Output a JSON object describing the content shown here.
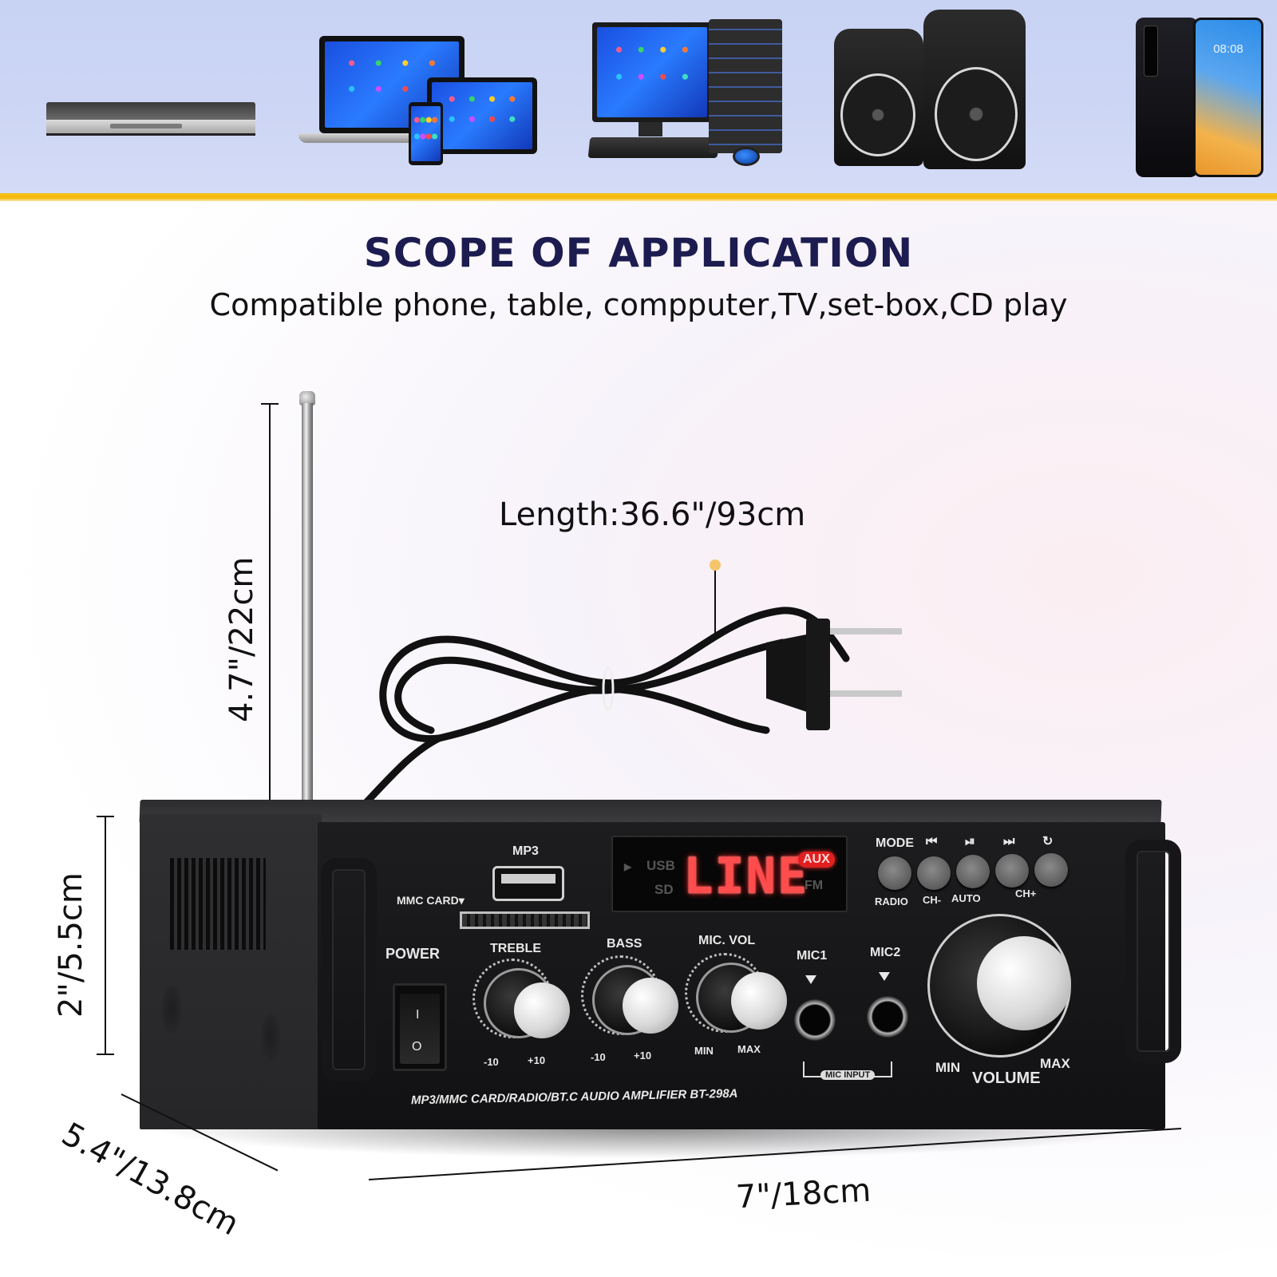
{
  "banner": {
    "devices": [
      {
        "name": "DVD / set-top box",
        "icon": "set-top-box"
      },
      {
        "name": "Laptop, tablet and smartphone",
        "icon": "laptop-tablet-phone"
      },
      {
        "name": "Desktop computer",
        "icon": "desktop-pc"
      },
      {
        "name": "Speakers",
        "icon": "speakers"
      },
      {
        "name": "Smartphone",
        "icon": "smartphone",
        "screen_time": "08:08"
      }
    ],
    "stripe_color": "#f6b80c",
    "background_color": "#cdd6f4"
  },
  "heading": {
    "title": "SCOPE OF APPLICATION",
    "subtitle": "Compatible phone, table, compputer,TV,set-box,CD play",
    "title_color": "#1d1c50"
  },
  "cord": {
    "length_label": "Length:36.6\"/93cm",
    "dot_color": "#f6c46a"
  },
  "dimensions": {
    "antenna_height": "4.7\"/22cm",
    "amp_height": "2\"/5.5cm",
    "amp_depth": "5.4\"/13.8cm",
    "amp_width": "7\"/18cm"
  },
  "amplifier": {
    "model_text": "MP3/MMC CARD/RADIO/BT.C AUDIO AMPLIFIER BT-298A",
    "labels": {
      "mp3": "MP3",
      "mmc_card": "MMC CARD▾",
      "power": "POWER",
      "power_on": "I",
      "power_off": "O",
      "treble": "TREBLE",
      "bass": "BASS",
      "mic_vol": "MIC. VOL",
      "mic1": "MIC1",
      "mic2": "MIC2",
      "mic_input": "MIC INPUT",
      "volume": "VOLUME",
      "min": "MIN",
      "max": "MAX",
      "minus10": "-10",
      "plus10": "+10"
    },
    "display": {
      "main": "LINE",
      "usb": "USB",
      "sd": "SD",
      "aux": "AUX",
      "fm": "FM",
      "play_indicator": "▶",
      "color": "#ff4d4d"
    },
    "buttons": [
      {
        "top": "MODE",
        "bottom": "RADIO"
      },
      {
        "top": "⏮",
        "bottom": "CH-"
      },
      {
        "top": "⏯",
        "bottom": "AUTO"
      },
      {
        "top": "⏭",
        "bottom": "CH+"
      },
      {
        "top": "↻",
        "bottom": ""
      }
    ]
  }
}
